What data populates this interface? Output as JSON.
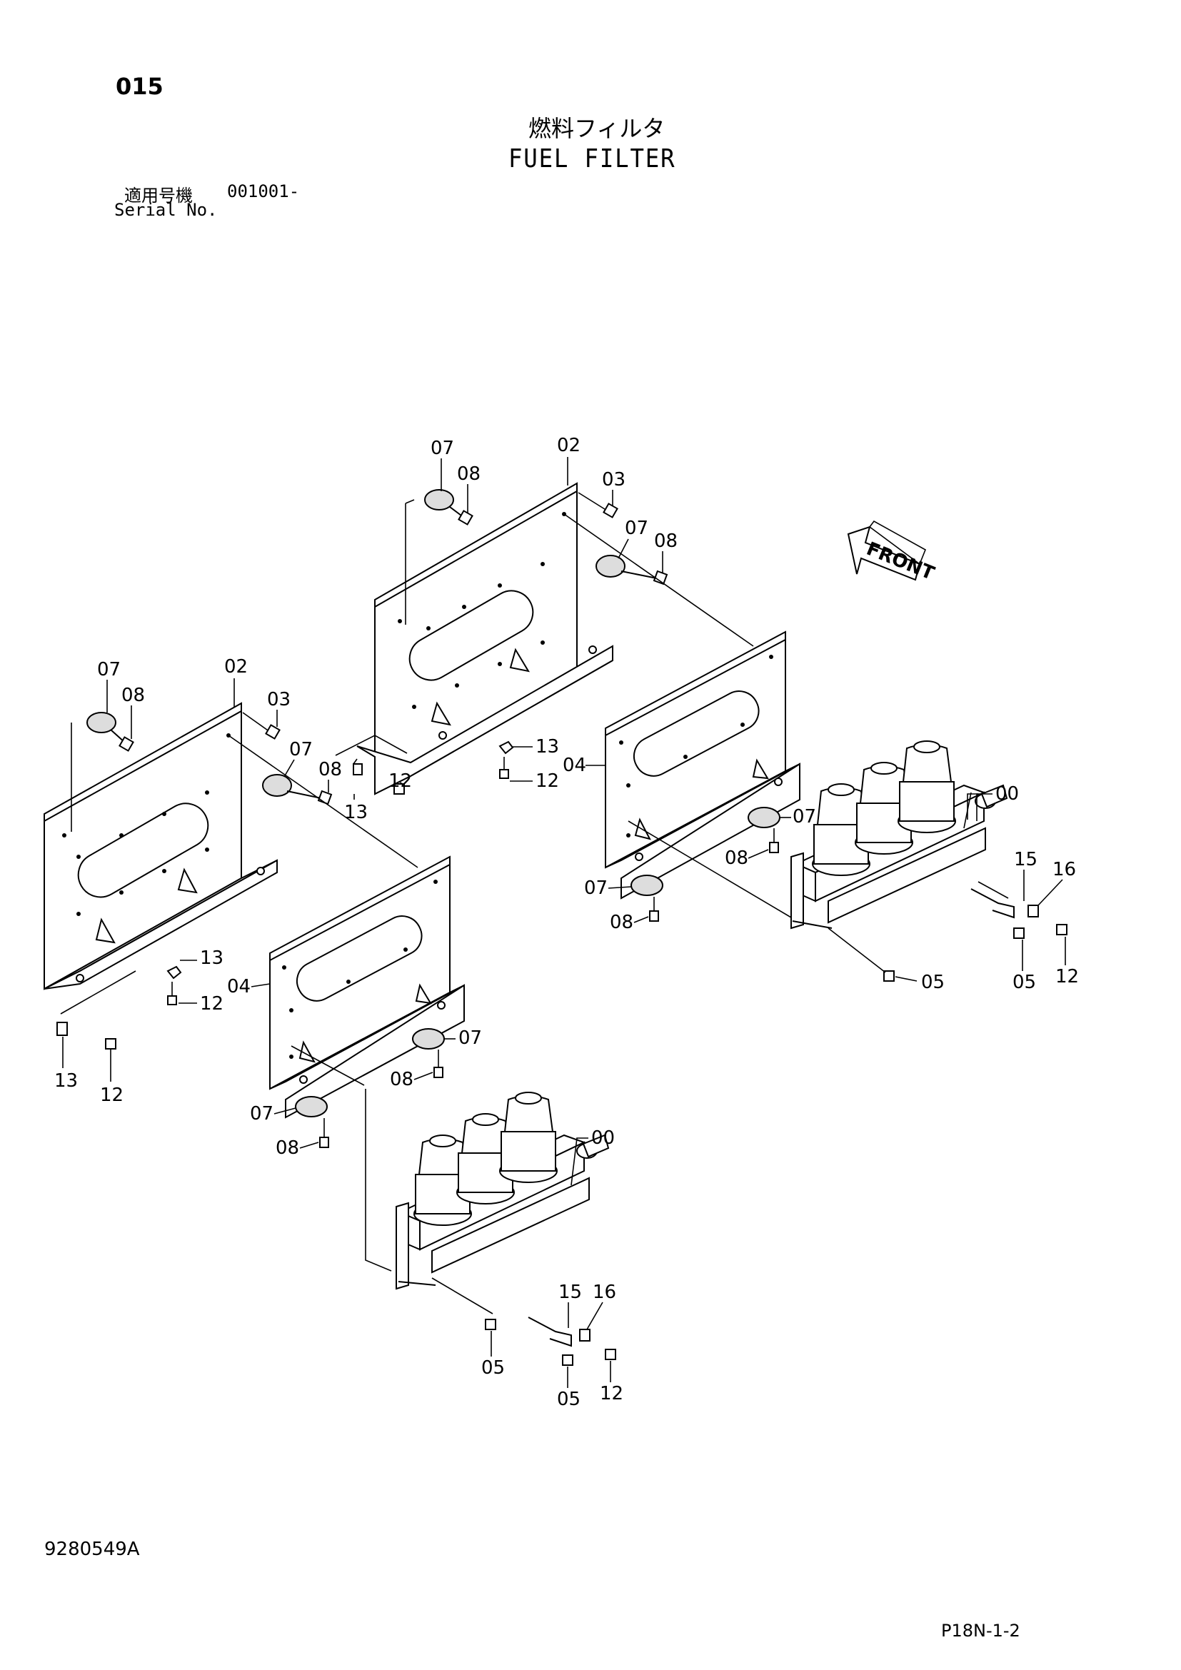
{
  "header": {
    "page_number": "015",
    "title_jp": "燃料フィルタ",
    "title_en": "FUEL FILTER",
    "serial_label_jp": "適用号機",
    "serial_value": "001001-",
    "serial_label_en": "Serial No."
  },
  "diagram": {
    "front_label": "FRONT",
    "callouts": {
      "upper": [
        "07",
        "08",
        "02",
        "03",
        "07",
        "08",
        "13",
        "12",
        "04",
        "07",
        "08",
        "07",
        "08",
        "00",
        "15",
        "16",
        "05",
        "05",
        "12"
      ],
      "lower": [
        "07",
        "08",
        "02",
        "03",
        "07",
        "08",
        "13",
        "12",
        "13",
        "12",
        "13",
        "12",
        "04",
        "07",
        "08",
        "07",
        "08",
        "00",
        "15",
        "16",
        "05",
        "05",
        "12"
      ]
    }
  },
  "footer": {
    "doc_number": "9280549A",
    "page_ref": "P18N-1-2"
  }
}
